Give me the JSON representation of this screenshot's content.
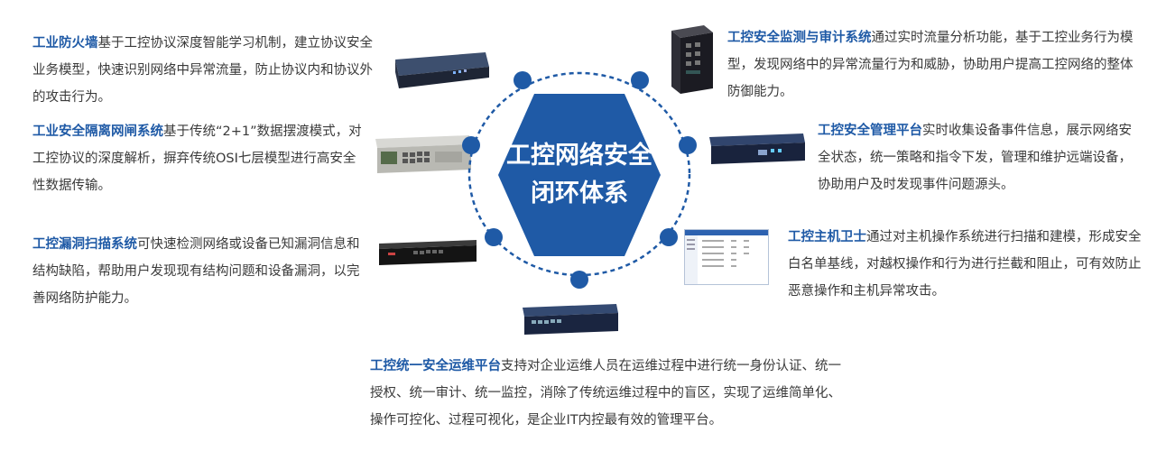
{
  "colors": {
    "accent_blue": "#1f5aa6",
    "center_fill": "#1f5aa6",
    "dot_fill": "#1f5aa6",
    "body_text": "#3a3a3a"
  },
  "center": {
    "line1": "工控网络安全",
    "line2": "闭环体系"
  },
  "modules": {
    "firewall": {
      "title": "工业防火墙",
      "desc": "基于工控协议深度智能学习机制，建立协议安全业务模型，快速识别网络中异常流量，防止协议内和协议外的攻击行为。"
    },
    "isolation": {
      "title": "工业安全隔离网闸系统",
      "desc": "基于传统“2+1”数据摆渡模式，对工控协议的深度解析，摒弃传统OSI七层模型进行高安全性数据传输。"
    },
    "scan": {
      "title": "工控漏洞扫描系统",
      "desc": "可快速检测网络或设备已知漏洞信息和结构缺陷，帮助用户发现现有结构问题和设备漏洞，以完善网络防护能力。"
    },
    "audit": {
      "title": "工控安全监测与审计系统",
      "desc": "通过实时流量分析功能，基于工控业务行为模型，发现网络中的异常流量行为和威胁，协助用户提高工控网络的整体防御能力。"
    },
    "mgmt": {
      "title": "工控安全管理平台",
      "desc": "实时收集设备事件信息，展示网络安全状态，统一策略和指令下发，管理和维护远端设备，协助用户及时发现事件问题源头。"
    },
    "host": {
      "title": "工控主机卫士",
      "desc": "通过对主机操作系统进行扫描和建模，形成安全白名单基线，对越权操作和行为进行拦截和阻止，可有效防止恶意操作和主机异常攻击。"
    },
    "ops": {
      "title": "工控统一安全运维平台",
      "desc": "支持对企业运维人员在运维过程中进行统一身份认证、统一授权、统一审计、统一监控，消除了传统运维过程中的盲区，实现了运维简单化、操作可控化、过程可视化，是企业IT内控最有效的管理平台。"
    }
  }
}
